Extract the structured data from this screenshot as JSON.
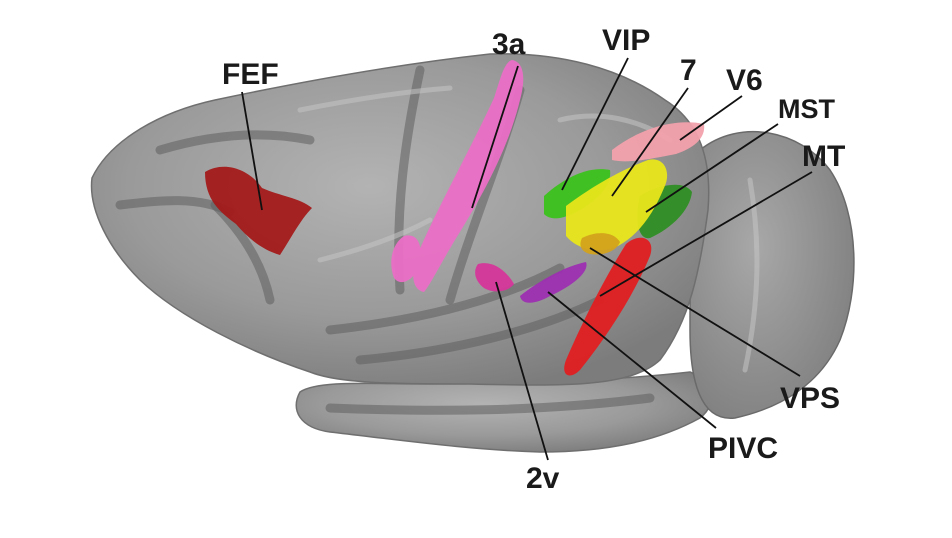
{
  "colors": {
    "background": "#ffffff",
    "cortex": "#9a9a9a",
    "FEF": "#a31a1a",
    "3a": "#ea6fc6",
    "2v": "#d6369a",
    "VIP": "#3cc21e",
    "7": "#e8e61a",
    "V6": "#f2a0ac",
    "MST": "#2f8e24",
    "MT": "#e01f22",
    "VPS": "#d3a21c",
    "PIVC": "#9c2fb0"
  },
  "labels": {
    "fef": "FEF",
    "a3": "3a",
    "vip": "VIP",
    "seven": "7",
    "v6": "V6",
    "mst": "MST",
    "mt": "MT",
    "vps": "VPS",
    "pivc": "PIVC",
    "v2": "2v"
  }
}
